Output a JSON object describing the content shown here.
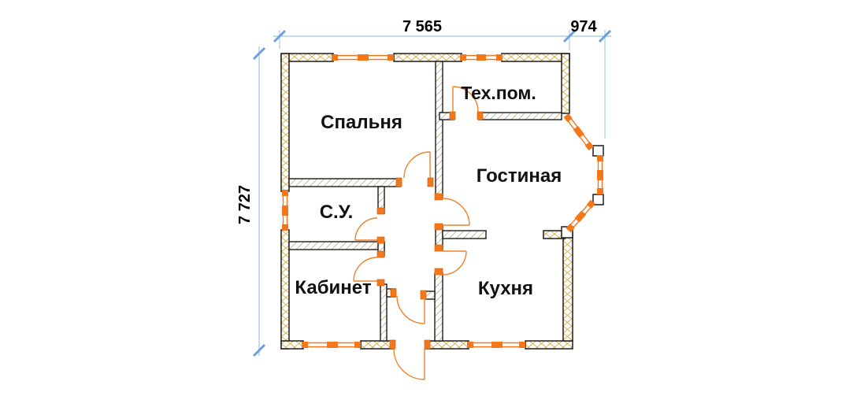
{
  "plan": {
    "title": "floor-plan",
    "rooms": {
      "bedroom": "Спальня",
      "tech": "Тех.пом.",
      "living": "Гостиная",
      "bathroom": "С.У.",
      "office": "Кабинет",
      "kitchen": "Кухня"
    },
    "dimensions": {
      "top_main": "7 565",
      "top_bay": "974",
      "left": "7 727"
    },
    "colors": {
      "wall_outline": "#1c1c1c",
      "window_door_orange": "#f4781b",
      "dimension_blue": "#9cc3ea",
      "tick_blue": "#6f9fd8",
      "hatch_tan": "#d8b149"
    }
  }
}
